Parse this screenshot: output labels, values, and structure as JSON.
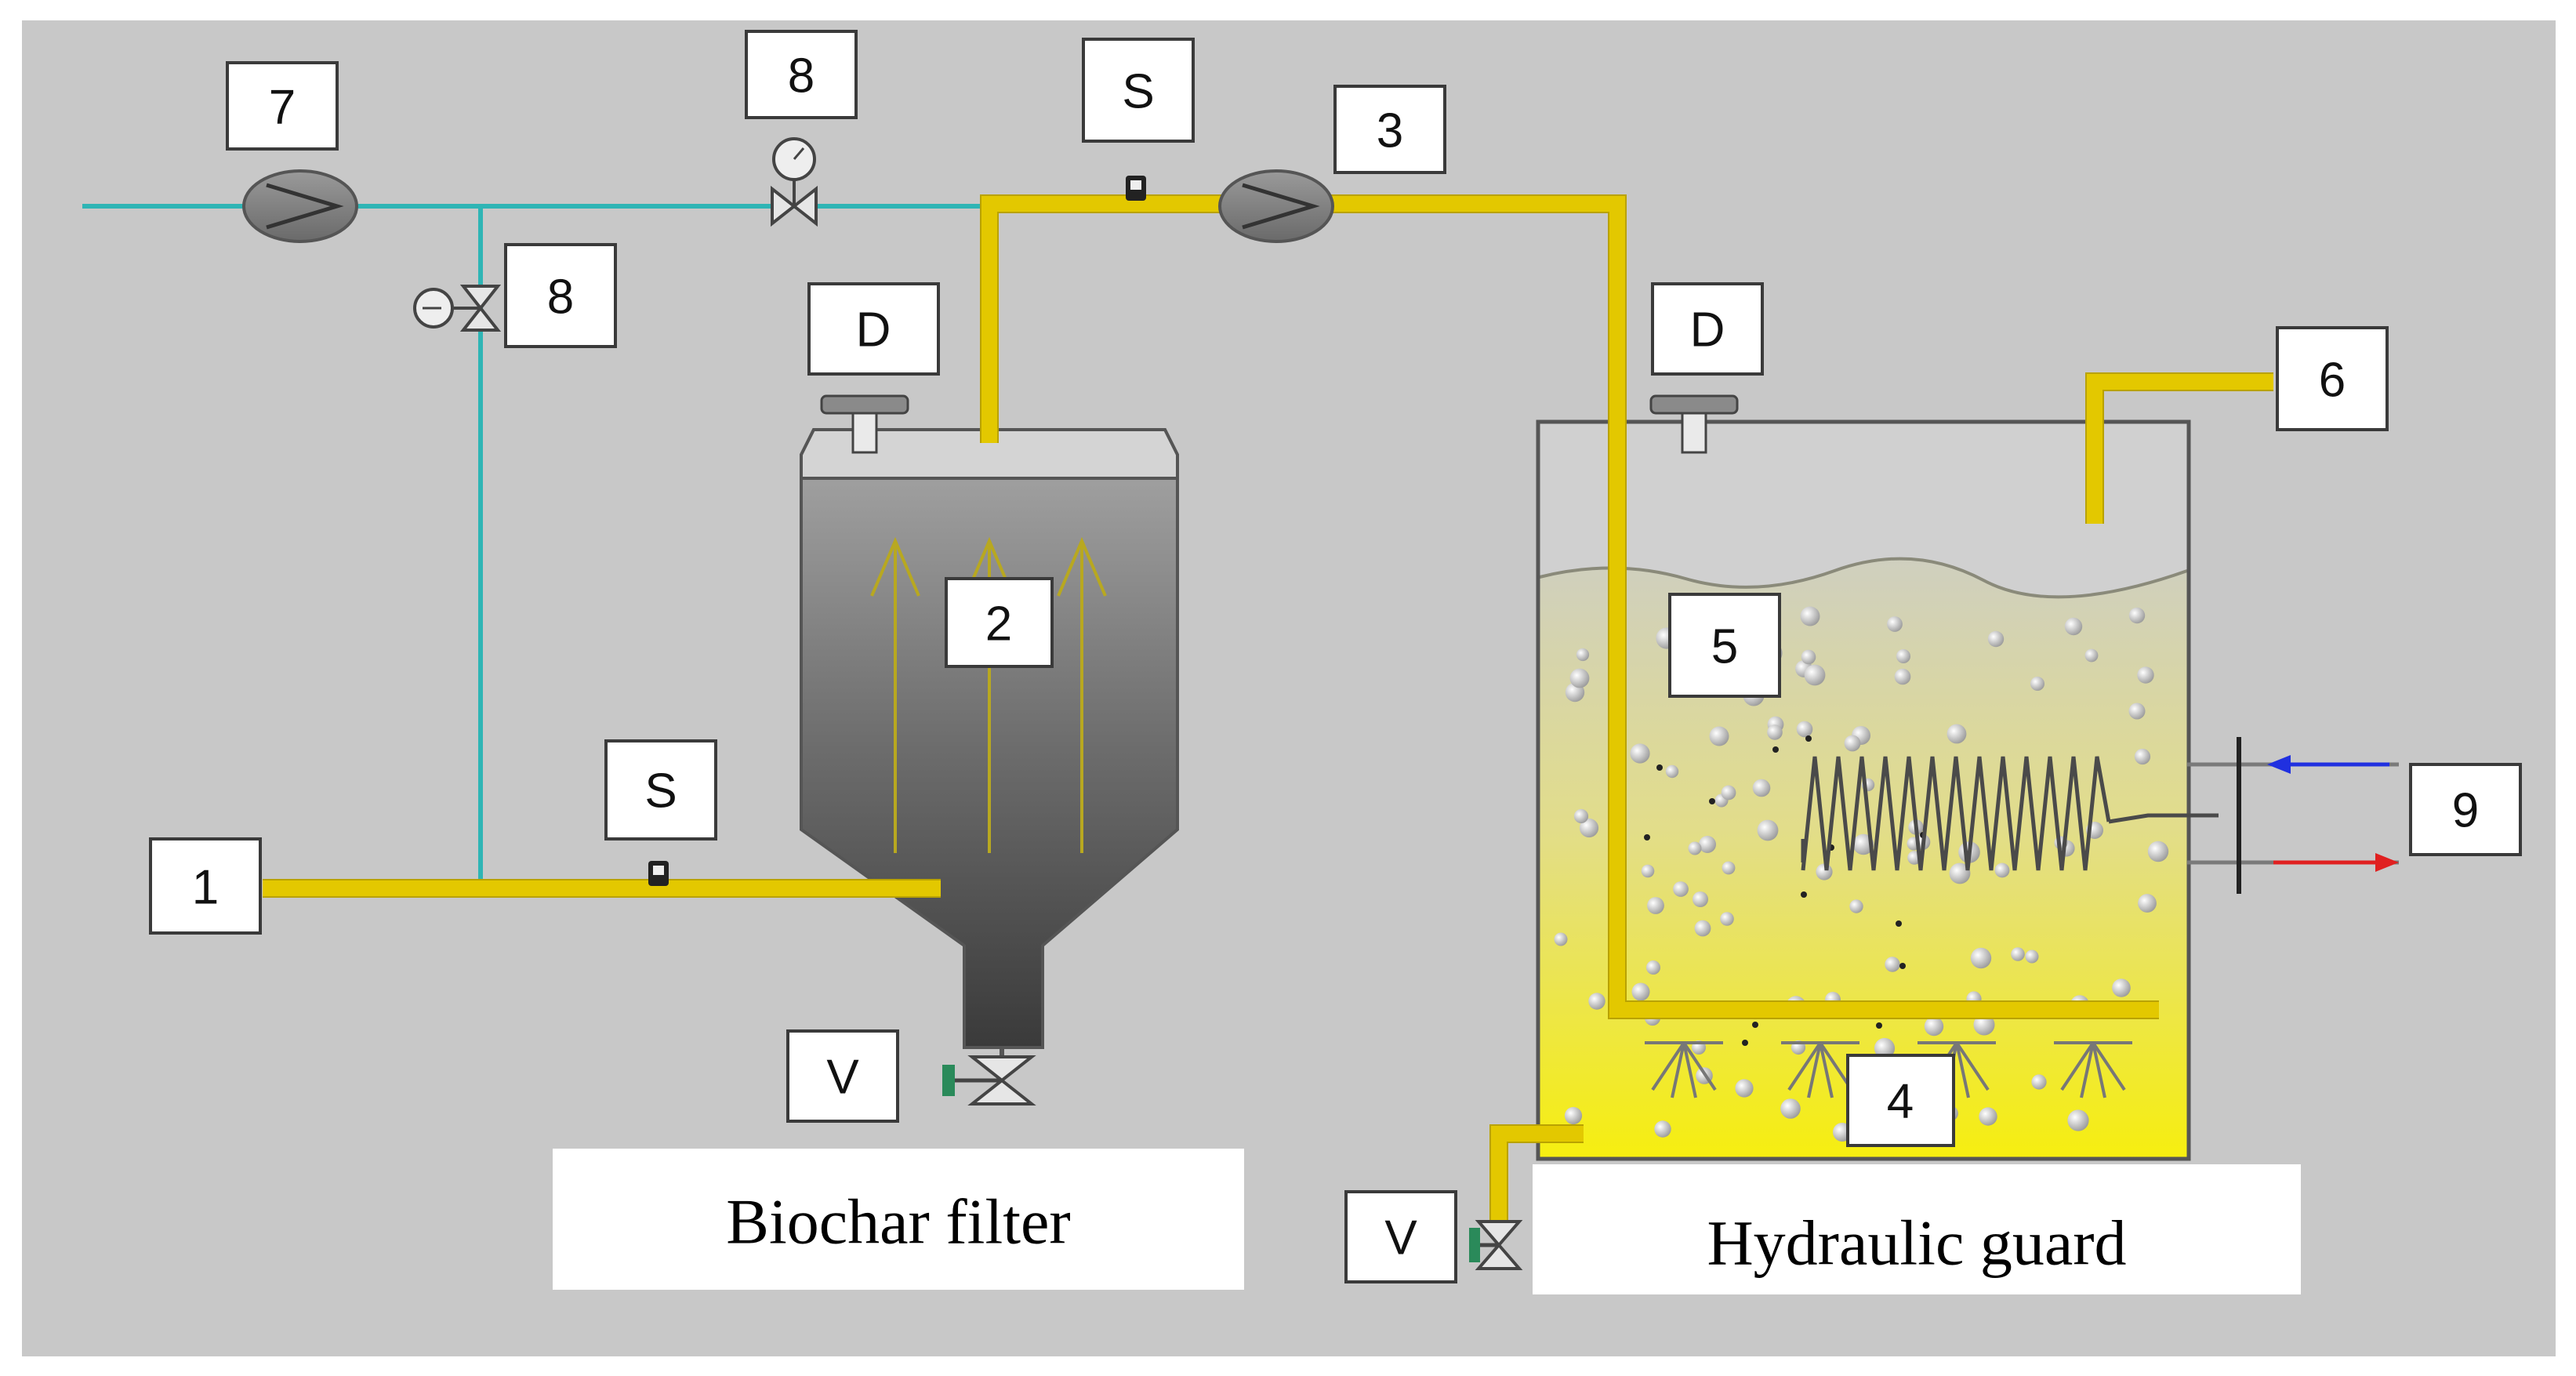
{
  "labels": {
    "n1": "1",
    "n2": "2",
    "n3": "3",
    "n4": "4",
    "n5": "5",
    "n6": "6",
    "n7": "7",
    "n8a": "8",
    "n8b": "8",
    "n9": "9",
    "s1": "S",
    "s2": "S",
    "d1": "D",
    "d2": "D",
    "v1": "V",
    "v2": "V"
  },
  "captions": {
    "biochar": "Biochar  filter",
    "hydraulic": "Hydraulic  guard"
  },
  "colors": {
    "background": "#c8c8c8",
    "gas_pipe": "#e3c800",
    "water_pipe": "#2fb5b5",
    "filter_dark": "#505050",
    "liquid_yellow": "#f5ec20",
    "hot_line": "#e02020",
    "cold_line": "#2030e0",
    "valve_handle": "#2a8a5a"
  },
  "icons": [
    "pump-icon",
    "pressure-gauge-icon",
    "needle-valve-icon",
    "ball-valve-icon",
    "sensor-icon",
    "heating-coil-icon",
    "diffuser-icon",
    "bubble-icon"
  ]
}
